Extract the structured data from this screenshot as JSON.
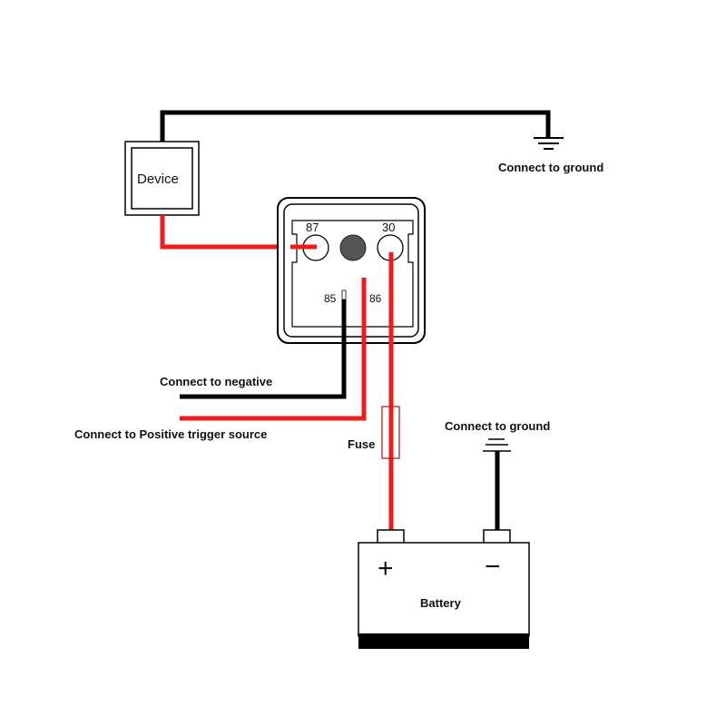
{
  "diagram": {
    "title": "Relay wiring diagram",
    "colors": {
      "positive": "#ee1c1c",
      "negative": "#000000",
      "relay_center": "#555555",
      "fuse": "#b22222"
    },
    "device": {
      "label": "Device"
    },
    "relay": {
      "pins": {
        "p87": "87",
        "p30": "30",
        "p85": "85",
        "p86": "86"
      }
    },
    "labels": {
      "ground_top": "Connect to ground",
      "ground_battery": "Connect to ground",
      "negative": "Connect to negative",
      "positive_trigger": "Connect to Positive trigger source",
      "fuse": "Fuse"
    },
    "battery": {
      "label": "Battery",
      "plus": "+",
      "minus": "−"
    }
  }
}
